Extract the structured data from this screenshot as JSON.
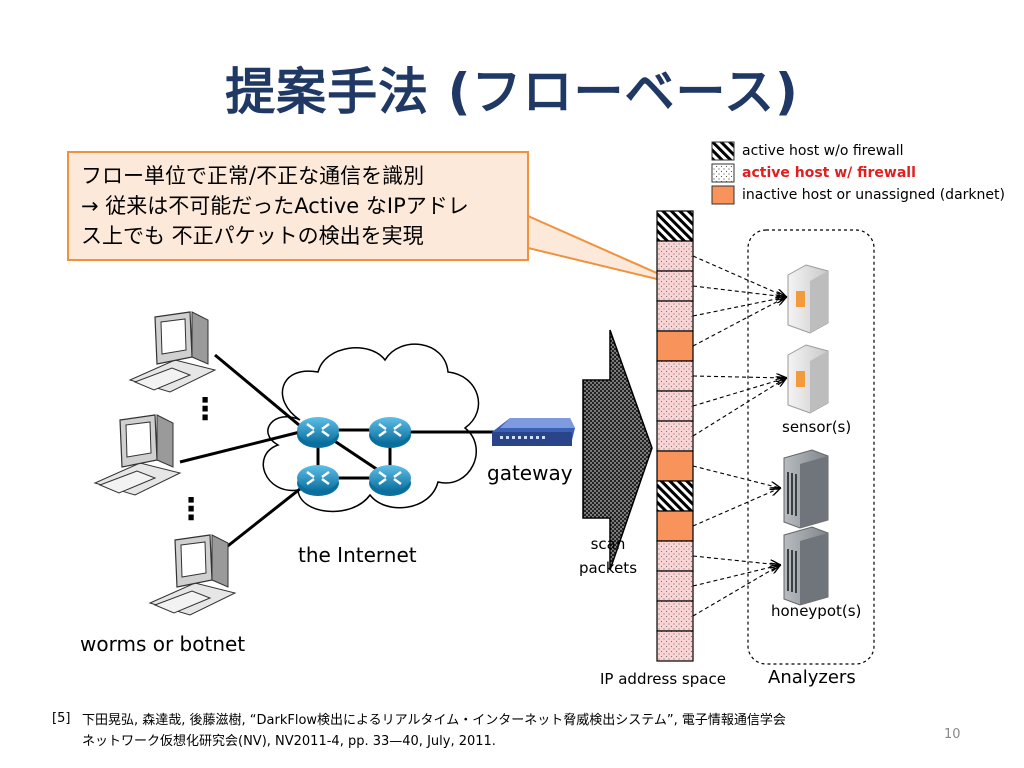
{
  "slide": {
    "title": "提案手法 (フローベース)",
    "callout_lines": [
      "フロー単位で正常/不正な通信を識別",
      "→ 従来は不可能だったActive なIPアドレ",
      "ス上でも 不正パケットの検出を実現"
    ],
    "legend": [
      {
        "label": "active host w/o firewall",
        "color": "#000000"
      },
      {
        "label": "active host w/ firewall",
        "color": "#e02020"
      },
      {
        "label": "inactive host or unassigned (darknet)",
        "color": "#000000"
      }
    ],
    "labels": {
      "gateway": "gateway",
      "internet": "the Internet",
      "worms": "worms or botnet",
      "scan_packets_line1": "scan",
      "scan_packets_line2": "packets",
      "ip_space": "IP address space",
      "analyzers": "Analyzers",
      "sensors": "sensor(s)",
      "honeypots": "honeypot(s)",
      "dots": "⋮"
    },
    "reference": {
      "marker": "[5]",
      "line1": "下田晃弘, 森達哉, 後藤滋樹, “DarkFlow検出によるリアルタイム・インターネット脅威検出システム”, 電子情報通信学会",
      "line2": "ネットワーク仮想化研究会(NV), NV2011-4, pp. 33—40, July, 2011."
    },
    "page_number": "10",
    "colors": {
      "title": "#1f3864",
      "callout_fill": "#fde9d9",
      "callout_border": "#f0913d",
      "darknet": "#f7935b",
      "firewall_cell": "#fbd5d5",
      "router": "#1d8fbf"
    },
    "icons": [
      "computer-icon",
      "router-icon",
      "gateway-icon",
      "server-icon"
    ]
  }
}
